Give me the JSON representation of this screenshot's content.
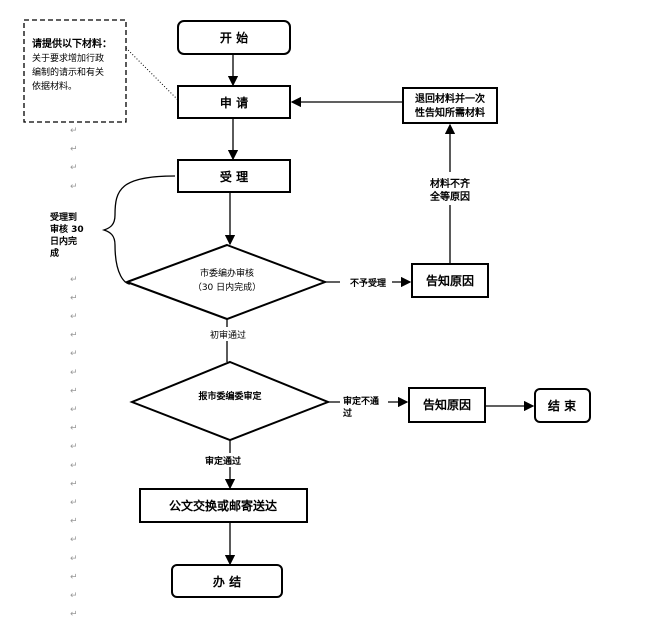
{
  "nodes": {
    "start": "开 始",
    "apply": "申 请",
    "accept": "受 理",
    "review": [
      "市委编办审核",
      "（30 日内完成）"
    ],
    "approve": "报市委编委审定",
    "deliver": "公文交换或邮寄送达",
    "done": "办 结",
    "inform1": "告知原因",
    "inform2": "告知原因",
    "return": [
      "退回材料并一次",
      "性告知所需材料"
    ],
    "end": "结 束"
  },
  "note": {
    "title": "请提供以下材料：",
    "lines": [
      "关于要求增加行政",
      "编制的请示和有关",
      "依据材料。"
    ]
  },
  "labels": {
    "brace": [
      "受理到",
      "审核 30",
      "日内完",
      "成"
    ],
    "reject": "不予受理",
    "incomplete": [
      "材料不齐",
      "全等原因"
    ],
    "pass1": "初审通过",
    "fail2": [
      "审定不通",
      "过"
    ],
    "pass2": "审定通过"
  },
  "paragraph_mark": "↵"
}
